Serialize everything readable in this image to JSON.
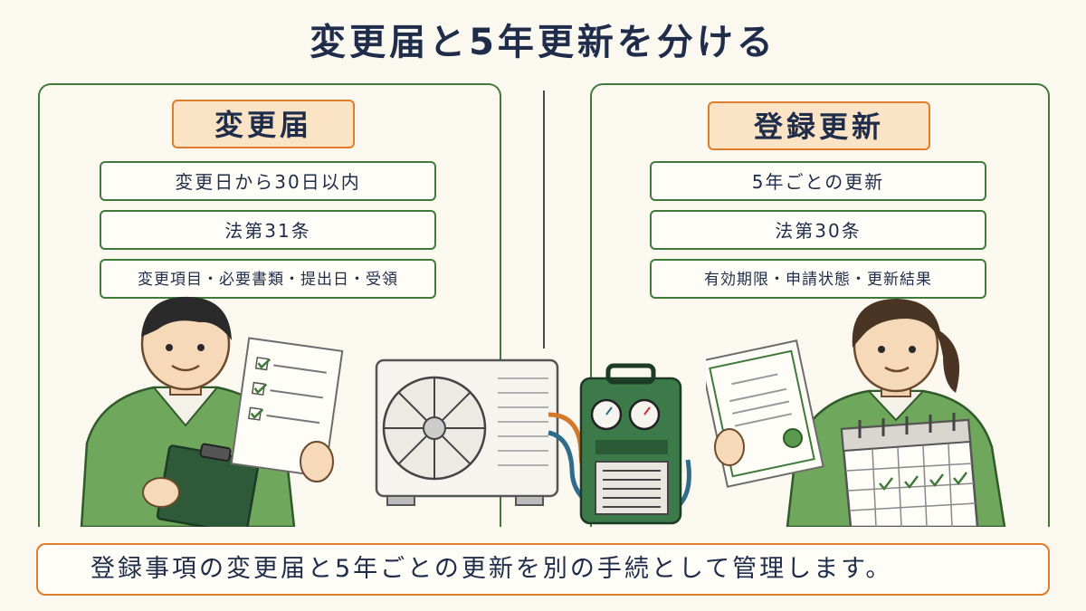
{
  "title": "変更届と5年更新を分ける",
  "left": {
    "heading": "変更届",
    "items": [
      "変更日から30日以内",
      "法第31条",
      "変更項目・必要書類・提出日・受領"
    ]
  },
  "right": {
    "heading": "登録更新",
    "items": [
      "5年ごとの更新",
      "法第30条",
      "有効期限・申請状態・更新結果"
    ]
  },
  "footer": "登録事項の変更届と5年ごとの更新を別の手続として管理します。",
  "colors": {
    "panel_border": "#3f7a3a",
    "accent_orange": "#e07d2c",
    "heading_fill": "#fbe3c6",
    "text": "#1f2d4a",
    "uniform_green": "#5b9a4e",
    "background": "#fbf8f0"
  },
  "icons": [
    "checklist-icon",
    "clipboard-icon",
    "air-conditioner-outdoor-unit",
    "refrigerant-recovery-machine",
    "certificate-icon",
    "calendar-icon"
  ]
}
